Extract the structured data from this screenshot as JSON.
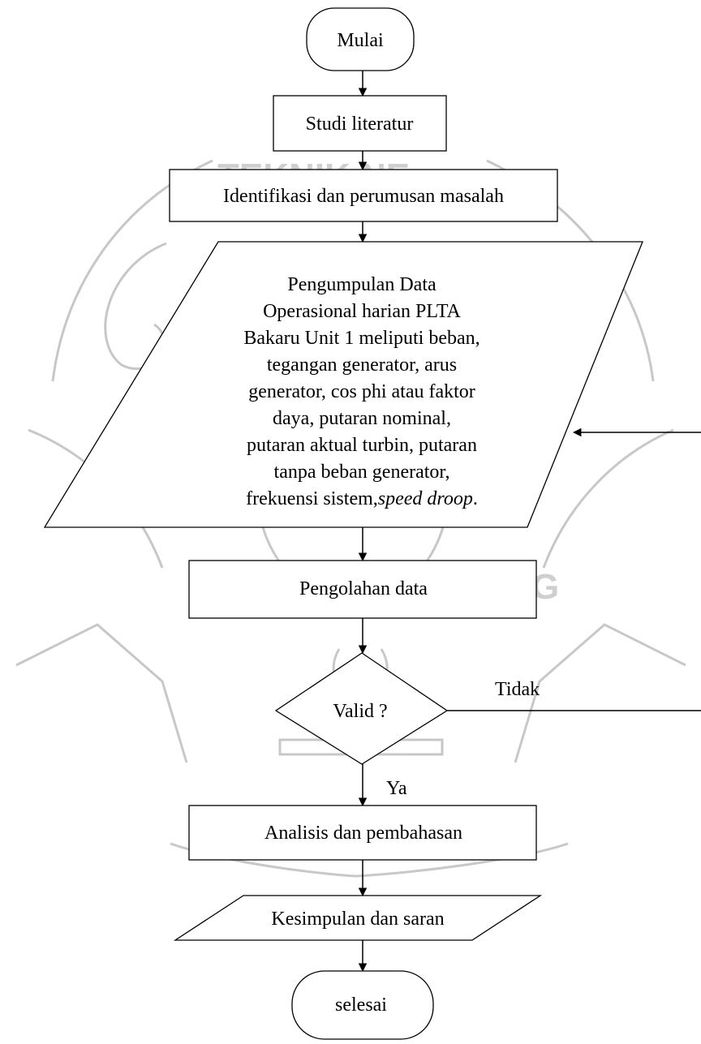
{
  "flowchart": {
    "start_label": "Mulai",
    "step1_label": "Studi literatur",
    "step2_label": "Identifikasi dan perumusan masalah",
    "data_input_lines": [
      "Pengumpulan Data",
      "Operasional harian PLTA",
      "Bakaru Unit 1 meliputi beban,",
      "tegangan generator, arus",
      "generator, cos phi atau faktor",
      "daya, putaran nominal,",
      "putaran aktual turbin, putaran",
      "tanpa beban generator,"
    ],
    "data_input_last_line_plain": "frekuensi sistem,",
    "data_input_last_line_italic": "speed droop",
    "data_input_last_line_end": ".",
    "step3_label": "Pengolahan data",
    "decision_label": "Valid ?",
    "decision_no_label": "Tidak",
    "decision_yes_label": "Ya",
    "step4_label": "Analisis dan pembahasan",
    "output_label": "Kesimpulan dan saran",
    "end_label": "selesai"
  },
  "watermark": {
    "top_text": "TEKNIK NE",
    "bottom_text": "G"
  }
}
